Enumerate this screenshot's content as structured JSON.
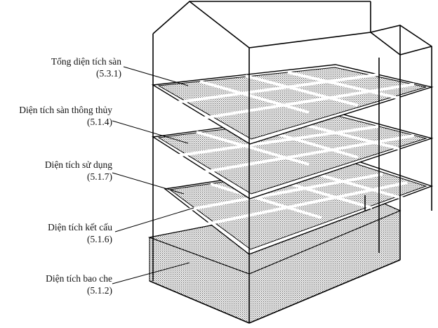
{
  "labels": [
    {
      "name": "Tổng diện tích sàn",
      "code": "(5.3.1)"
    },
    {
      "name": "Diện tích sàn thông thủy",
      "code": "(5.1.4)"
    },
    {
      "name": "Diện tích sử dụng",
      "code": "(5.1.7)"
    },
    {
      "name": "Diện tích kết cấu",
      "code": "(5.1.6)"
    },
    {
      "name": "Diện tích bao che",
      "code": "(5.1.2)"
    }
  ],
  "colors": {
    "line": "#000000",
    "fill_dots": "#b8b8b8",
    "background": "#ffffff"
  }
}
